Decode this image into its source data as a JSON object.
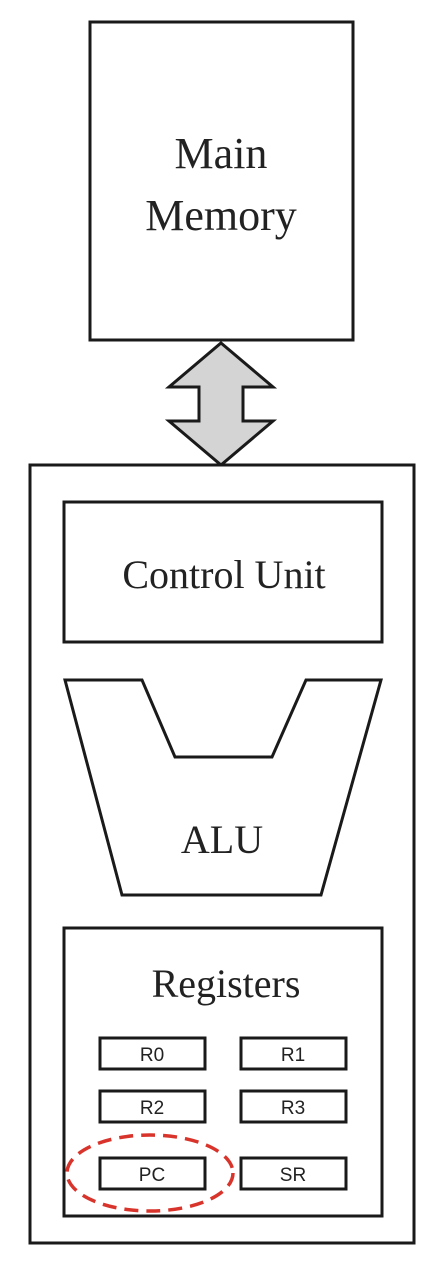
{
  "diagram": {
    "main_memory": {
      "line1": "Main",
      "line2": "Memory"
    },
    "control_unit": "Control Unit",
    "alu": "ALU",
    "registers": {
      "title": "Registers",
      "r0": "R0",
      "r1": "R1",
      "r2": "R2",
      "r3": "R3",
      "pc": "PC",
      "sr": "SR"
    },
    "colors": {
      "line": "#1a1a1a",
      "arrow_fill": "#d4d4d4",
      "highlight": "#d9342b"
    }
  }
}
